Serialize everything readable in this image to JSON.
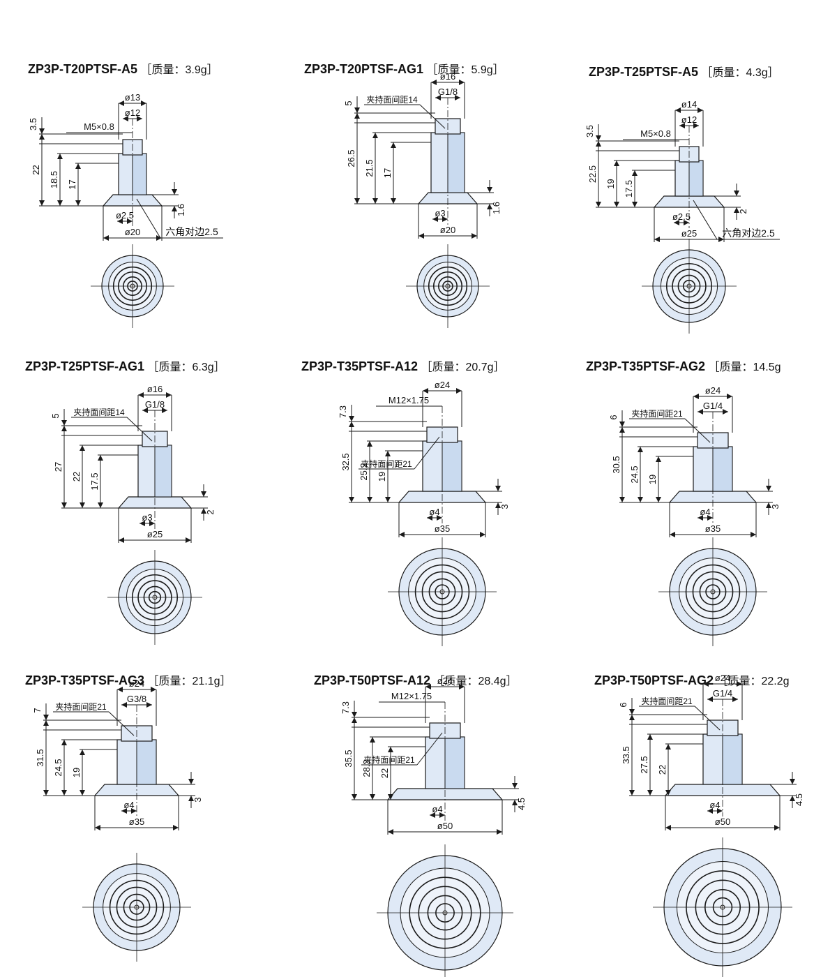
{
  "colors": {
    "fill": "#dfe9f6",
    "fill_dark": "#c9daef",
    "line": "#1a1a1a",
    "dim": "#1a1a1a"
  },
  "items": [
    {
      "model": "ZP3P-T20PTSF-A5",
      "mass": "［质量：3.9g］",
      "top_dims": [
        "ø13",
        "ø12"
      ],
      "thread": "M5×0.8",
      "across_flats_label": "",
      "heights": [
        "3.5",
        "22",
        "18.5",
        "17"
      ],
      "small_dims": [
        "1.6"
      ],
      "bottom_dims": [
        "ø2.5",
        "ø20"
      ],
      "hex_label": "六角对边2.5"
    },
    {
      "model": "ZP3P-T20PTSF-AG1",
      "mass": "［质量：5.9g］",
      "top_dims": [
        "ø16",
        "G1/8"
      ],
      "thread": "",
      "across_flats_label": "夹持面间距14",
      "heights": [
        "5",
        "26.5",
        "21.5",
        "17"
      ],
      "small_dims": [
        "1.6"
      ],
      "bottom_dims": [
        "ø3",
        "ø20"
      ],
      "hex_label": ""
    },
    {
      "model": "ZP3P-T25PTSF-A5",
      "mass": "［质量：4.3g］",
      "top_dims": [
        "ø14",
        "ø12"
      ],
      "thread": "M5×0.8",
      "across_flats_label": "",
      "heights": [
        "3.5",
        "22.5",
        "19",
        "17.5"
      ],
      "small_dims": [
        "2"
      ],
      "bottom_dims": [
        "ø2.5",
        "ø25"
      ],
      "hex_label": "六角对边2.5"
    },
    {
      "model": "ZP3P-T25PTSF-AG1",
      "mass": "［质量：6.3g］",
      "top_dims": [
        "ø16",
        "G1/8"
      ],
      "thread": "",
      "across_flats_label": "夹持面间距14",
      "heights": [
        "5",
        "27",
        "22",
        "17.5"
      ],
      "small_dims": [
        "2"
      ],
      "bottom_dims": [
        "ø3",
        "ø25"
      ],
      "hex_label": ""
    },
    {
      "model": "ZP3P-T35PTSF-A12",
      "mass": "［质量：20.7g］",
      "top_dims": [
        "ø24"
      ],
      "thread": "M12×1.75",
      "across_flats_label": "夹持面间距21",
      "heights": [
        "7.3",
        "32.5",
        "25.2",
        "19"
      ],
      "small_dims": [
        "3"
      ],
      "bottom_dims": [
        "ø4",
        "ø35"
      ],
      "hex_label": ""
    },
    {
      "model": "ZP3P-T35PTSF-AG2",
      "mass": "［质量：14.5g",
      "top_dims": [
        "ø24",
        "G1/4"
      ],
      "thread": "",
      "across_flats_label": "夹持面间距21",
      "heights": [
        "6",
        "30.5",
        "24.5",
        "19"
      ],
      "small_dims": [
        "3"
      ],
      "bottom_dims": [
        "ø4",
        "ø35"
      ],
      "hex_label": ""
    },
    {
      "model": "ZP3P-T35PTSF-AG3",
      "mass": "［质量：21.1g］",
      "top_dims": [
        "ø24",
        "G3/8"
      ],
      "thread": "",
      "across_flats_label": "夹持面间距21",
      "heights": [
        "7",
        "31.5",
        "24.5",
        "19"
      ],
      "small_dims": [
        "3"
      ],
      "bottom_dims": [
        "ø4",
        "ø35"
      ],
      "hex_label": ""
    },
    {
      "model": "ZP3P-T50PTSF-A12",
      "mass": "［质量：28.4g］",
      "top_dims": [
        "ø24"
      ],
      "thread": "M12×1.75",
      "across_flats_label": "夹持面间距21",
      "heights": [
        "7.3",
        "35.5",
        "28.2",
        "22"
      ],
      "small_dims": [
        "4.5"
      ],
      "bottom_dims": [
        "ø4",
        "ø50"
      ],
      "hex_label": ""
    },
    {
      "model": "ZP3P-T50PTSF-AG2",
      "mass": "［质量：22.2g",
      "top_dims": [
        "ø24",
        "G1/4"
      ],
      "thread": "",
      "across_flats_label": "夹持面间距21",
      "heights": [
        "6",
        "33.5",
        "27.5",
        "22"
      ],
      "small_dims": [
        "4.5"
      ],
      "bottom_dims": [
        "ø4",
        "ø50"
      ],
      "hex_label": ""
    }
  ]
}
